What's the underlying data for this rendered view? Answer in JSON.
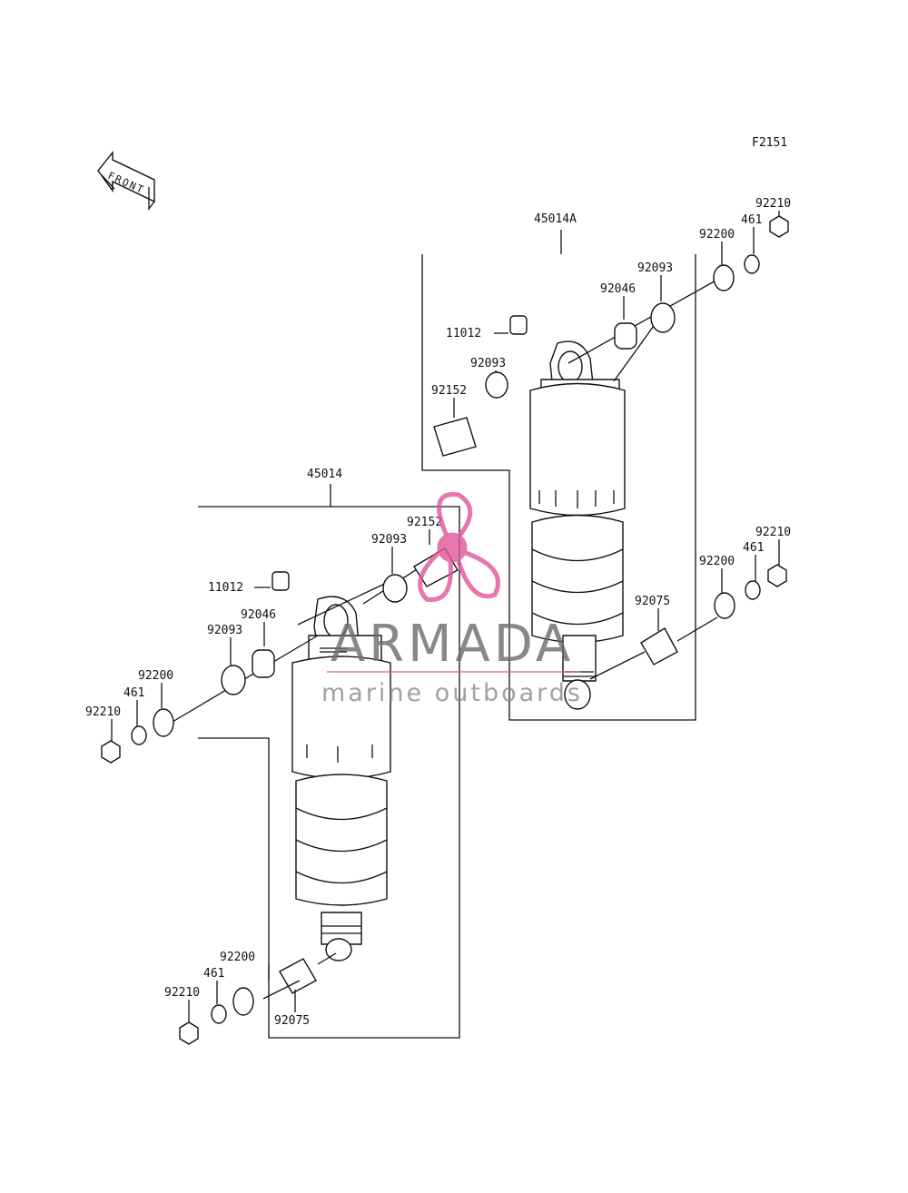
{
  "figure_code": "F2151",
  "front_label": "FRONT",
  "assemblies": [
    {
      "name": "45014A",
      "parts": {
        "top_bolt": "92210",
        "top_washer": "461",
        "top_plate": "92200",
        "top_seal": "92093",
        "top_bearing": "92046",
        "grease": "11012",
        "seal2": "92093",
        "sleeve": "92152",
        "bot_bolt": "92210",
        "bot_washer": "461",
        "bot_plate": "92200",
        "bot_bush": "92075"
      }
    },
    {
      "name": "45014",
      "parts": {
        "sleeve": "92152",
        "seal": "92093",
        "grease": "11012",
        "bearing": "92046",
        "seal2": "92093",
        "plate": "92200",
        "washer": "461",
        "bolt": "92210",
        "bot_plate": "92200",
        "bot_washer": "461",
        "bot_bolt": "92210",
        "bot_bush": "92075"
      }
    }
  ],
  "watermark": {
    "brand": "ARMADA",
    "tagline": "marine outboards",
    "color": "#e0559b"
  }
}
